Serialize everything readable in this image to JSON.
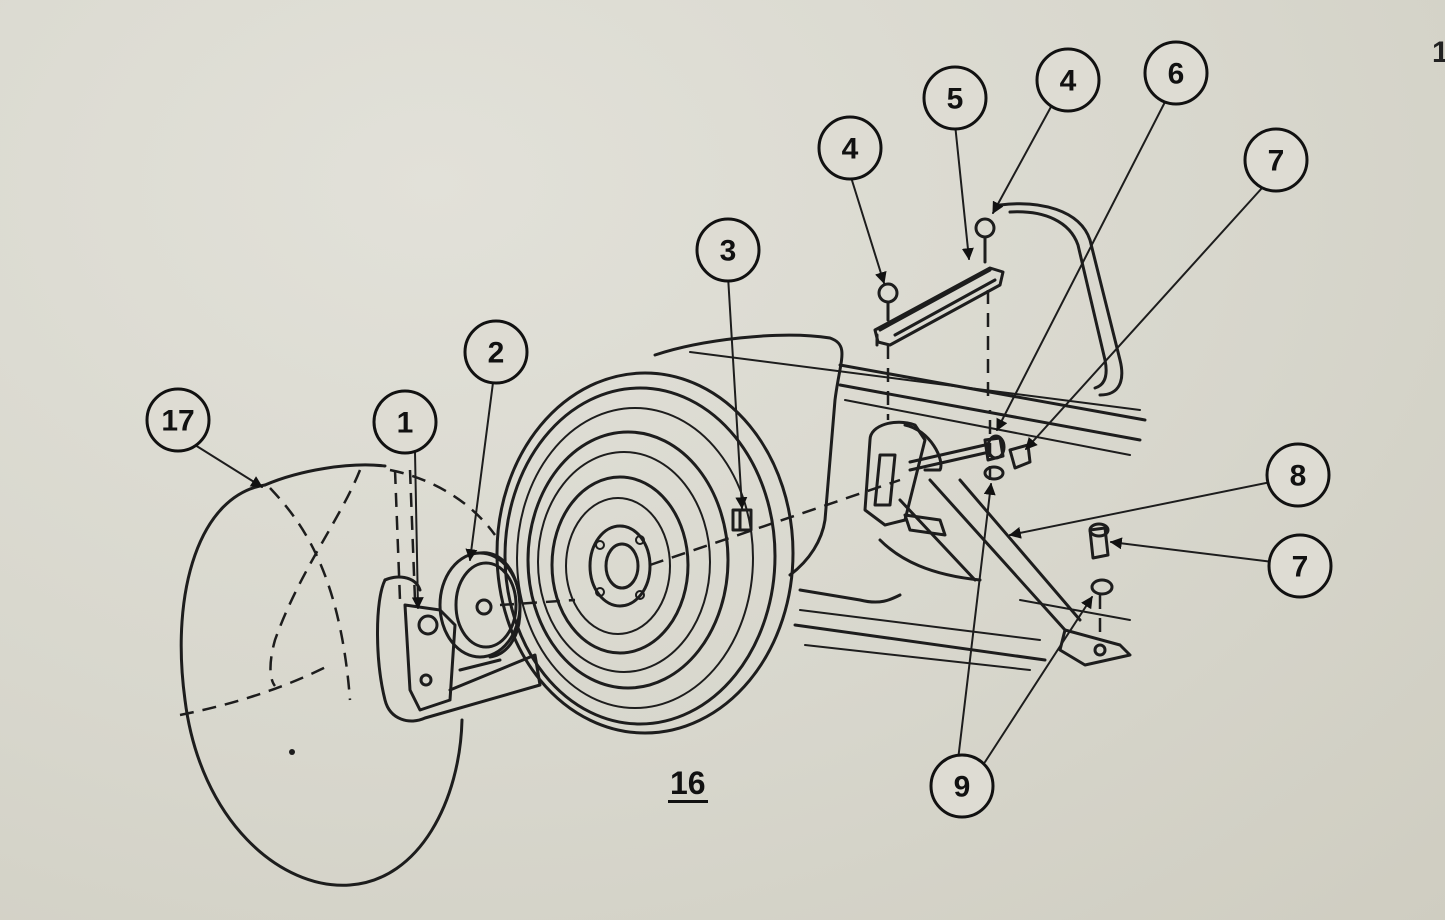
{
  "figure": {
    "label": "16",
    "corner_mark": "1"
  },
  "callouts": [
    {
      "id": "c17",
      "text": "17"
    },
    {
      "id": "c1",
      "text": "1"
    },
    {
      "id": "c2",
      "text": "2"
    },
    {
      "id": "c3",
      "text": "3"
    },
    {
      "id": "c4a",
      "text": "4"
    },
    {
      "id": "c5",
      "text": "5"
    },
    {
      "id": "c4b",
      "text": "4"
    },
    {
      "id": "c6",
      "text": "6"
    },
    {
      "id": "c7a",
      "text": "7"
    },
    {
      "id": "c8",
      "text": "8"
    },
    {
      "id": "c7b",
      "text": "7"
    },
    {
      "id": "c9",
      "text": "9"
    }
  ],
  "colors": {
    "paper": "#d9d8cf",
    "ink": "#1d1d1d"
  }
}
